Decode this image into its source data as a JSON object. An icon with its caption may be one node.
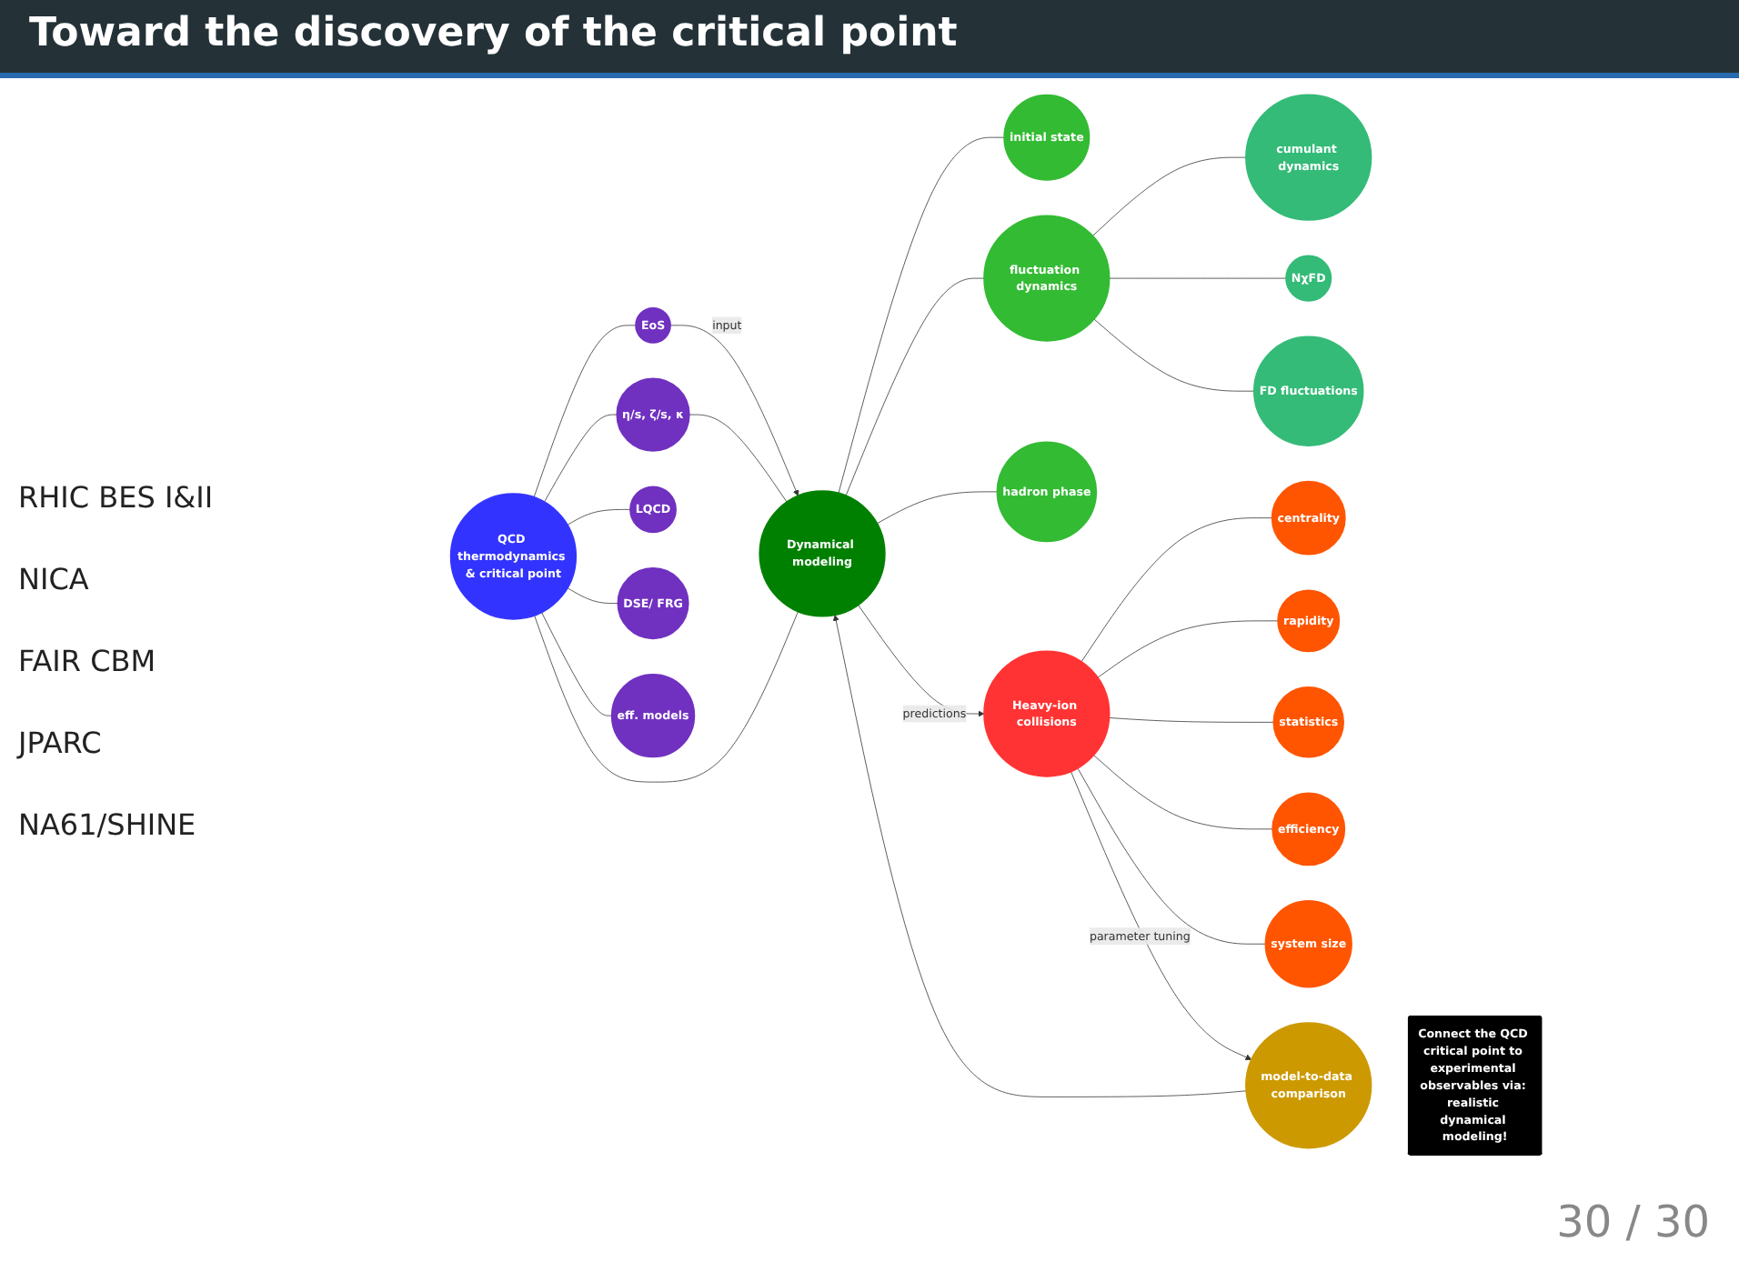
{
  "diagram": {
    "title": "Toward the discovery of the critical point",
    "nodes": [
      {
        "text": [
          "Dynamical modeling"
        ]
      },
      {
        "text": [
          "initial state"
        ]
      },
      {
        "text": [
          "fluctuation dynamics"
        ]
      },
      {
        "text": [
          "cumulant dynamics"
        ]
      },
      {
        "text": [
          "NχFD"
        ]
      },
      {
        "text": [
          "FD fluctuations"
        ]
      },
      {
        "text": [
          "hadron phase"
        ]
      },
      {
        "text": [
          "QCD thermodynamics & critical point"
        ]
      },
      {
        "text": [
          "EoS"
        ]
      },
      {
        "text": [
          "η/s, ζ/s, κ"
        ]
      },
      {
        "text": [
          "LQCD"
        ]
      },
      {
        "text": [
          "DSE/ FRG"
        ]
      },
      {
        "text": [
          "eff. models"
        ]
      },
      {
        "text": [
          "Heavy-ion collisions"
        ]
      },
      {
        "text": [
          "centrality"
        ]
      },
      {
        "text": [
          "rapidity"
        ]
      },
      {
        "text": [
          "statistics"
        ]
      },
      {
        "text": [
          "efficiency"
        ]
      },
      {
        "text": [
          "system size"
        ]
      },
      {
        "text": [
          "model-to-data comparison"
        ]
      },
      {
        "text": [
          "Connect the QCD critical point to experimental observables via: realistic dynamical modeling!"
        ]
      }
    ],
    "edges": [
      {
        "from": 0,
        "to": 1,
        "arrow": "none"
      },
      {
        "from": 0,
        "to": 2,
        "arrow": "none"
      },
      {
        "from": 2,
        "to": 3,
        "arrow": "none"
      },
      {
        "from": 2,
        "to": 4,
        "arrow": "none"
      },
      {
        "from": 2,
        "to": 5,
        "arrow": "none"
      },
      {
        "from": 0,
        "to": 6,
        "arrow": "none"
      },
      {
        "from": 8,
        "to": 0,
        "arrow": "to",
        "label": "input"
      },
      {
        "from": 9,
        "to": 0,
        "arrow": "none"
      },
      {
        "from": 7,
        "to": 0,
        "arrow": "none"
      },
      {
        "from": 7,
        "to": 8,
        "arrow": "none"
      },
      {
        "from": 7,
        "to": 9,
        "arrow": "none"
      },
      {
        "from": 7,
        "to": 10,
        "arrow": "none"
      },
      {
        "from": 7,
        "to": 11,
        "arrow": "none"
      },
      {
        "from": 7,
        "to": 12,
        "arrow": "none"
      },
      {
        "from": 0,
        "to": 13,
        "arrow": "to",
        "label": "predictions"
      },
      {
        "from": 13,
        "to": 14,
        "arrow": "none"
      },
      {
        "from": 13,
        "to": 15,
        "arrow": "none"
      },
      {
        "from": 13,
        "to": 16,
        "arrow": "none"
      },
      {
        "from": 13,
        "to": 17,
        "arrow": "none"
      },
      {
        "from": 13,
        "to": 18,
        "arrow": "none"
      },
      {
        "from": 13,
        "to": 19,
        "arrow": "to",
        "label": "parameter tuning"
      },
      {
        "from": 19,
        "to": 0,
        "arrow": "to"
      }
    ],
    "labels": [
      "RHIC BES I&II",
      "NICA",
      "FAIR CBM",
      "JPARC",
      "NA61/SHINE",
      "30 / 30"
    ]
  }
}
